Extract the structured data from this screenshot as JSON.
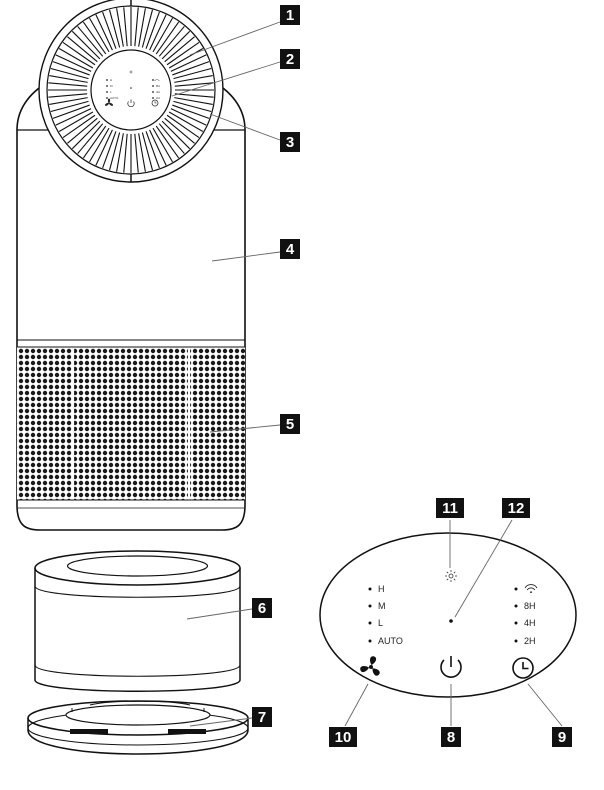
{
  "callouts": [
    {
      "id": "1",
      "part": "top-grille"
    },
    {
      "id": "2",
      "part": "control-panel"
    },
    {
      "id": "3",
      "part": "outlet-ring"
    },
    {
      "id": "4",
      "part": "housing"
    },
    {
      "id": "5",
      "part": "air-inlet"
    },
    {
      "id": "6",
      "part": "filter"
    },
    {
      "id": "7",
      "part": "base-cover"
    },
    {
      "id": "8",
      "part": "power-button"
    },
    {
      "id": "9",
      "part": "timer-button"
    },
    {
      "id": "10",
      "part": "fan-speed-button"
    },
    {
      "id": "11",
      "part": "light-sensor"
    },
    {
      "id": "12",
      "part": "air-quality-indicator"
    }
  ],
  "panel": {
    "speed_labels": [
      "H",
      "M",
      "L",
      "AUTO"
    ],
    "timer_labels": [
      "8H",
      "4H",
      "2H"
    ]
  },
  "icons": {
    "fan": "fan-icon",
    "power": "power-icon",
    "timer": "clock-icon",
    "wifi": "wifi-icon",
    "sun": "sun-icon"
  },
  "colors": {
    "ink": "#111111",
    "label_bg": "#111111",
    "label_text": "#ffffff",
    "mesh": "#1a1a1a"
  }
}
